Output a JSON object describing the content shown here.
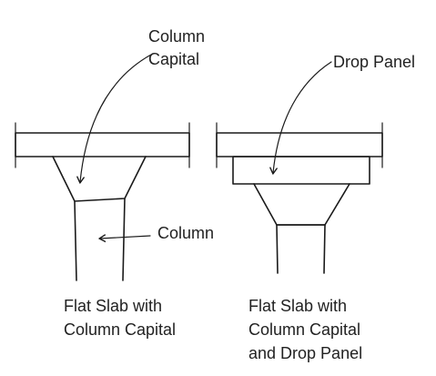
{
  "diagram": {
    "labels": {
      "column_capital": [
        "Column",
        "Capital"
      ],
      "drop_panel": "Drop Panel",
      "column": "Column"
    },
    "captions": {
      "left": [
        "Flat Slab with",
        "Column Capital"
      ],
      "right": [
        "Flat Slab with",
        "Column Capital",
        "and Drop Panel"
      ]
    }
  }
}
